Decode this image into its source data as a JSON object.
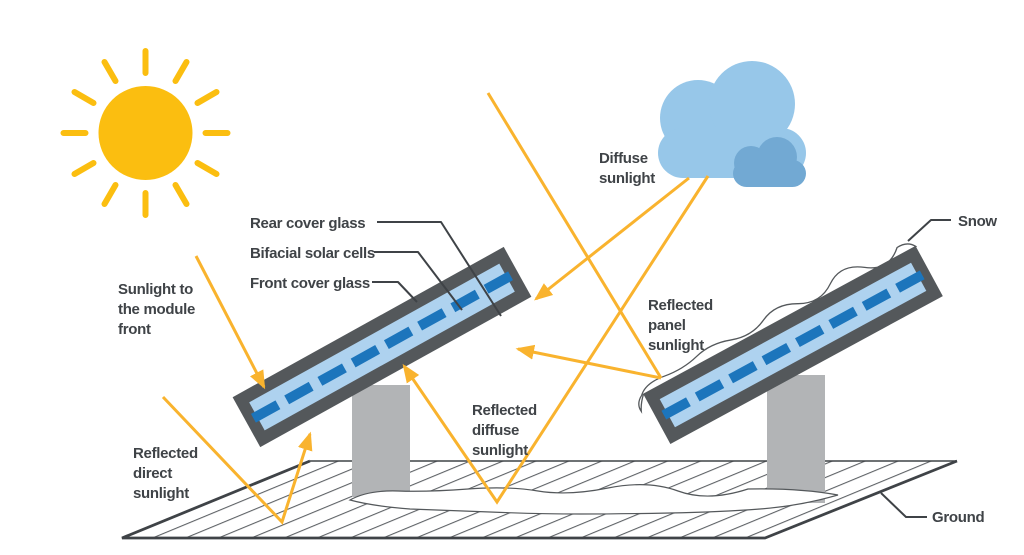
{
  "diagram": {
    "icons": {
      "sun": "sun-icon",
      "cloud": "cloud-icon"
    },
    "labels": {
      "rear_cover_glass": "Rear cover glass",
      "bifacial_solar_cells": "Bifacial solar cells",
      "front_cover_glass": "Front cover glass",
      "sunlight_front": [
        "Sunlight to",
        "the module",
        "front"
      ],
      "reflected_direct": [
        "Reflected",
        "direct",
        "sunlight"
      ],
      "diffuse_sunlight": [
        "Diffuse",
        "sunlight"
      ],
      "reflected_diffuse": [
        "Reflected",
        "diffuse",
        "sunlight"
      ],
      "reflected_panel": [
        "Reflected",
        "panel",
        "sunlight"
      ],
      "snow": "Snow",
      "ground": "Ground"
    },
    "colors": {
      "sun": "#FBBE10",
      "arrow": "#F9B32E",
      "cloud": "#97C7E9",
      "cloud_dark": "#72A9D3",
      "panel_frame": "#54585B",
      "panel_glass": "#AED2EF",
      "solar_cell": "#1C75BC",
      "post": "#B2B4B6",
      "snow_fill": "#FFFFFF",
      "outline": "#54585B",
      "leader_line": "#3F4347",
      "text": "#3F4347"
    }
  }
}
